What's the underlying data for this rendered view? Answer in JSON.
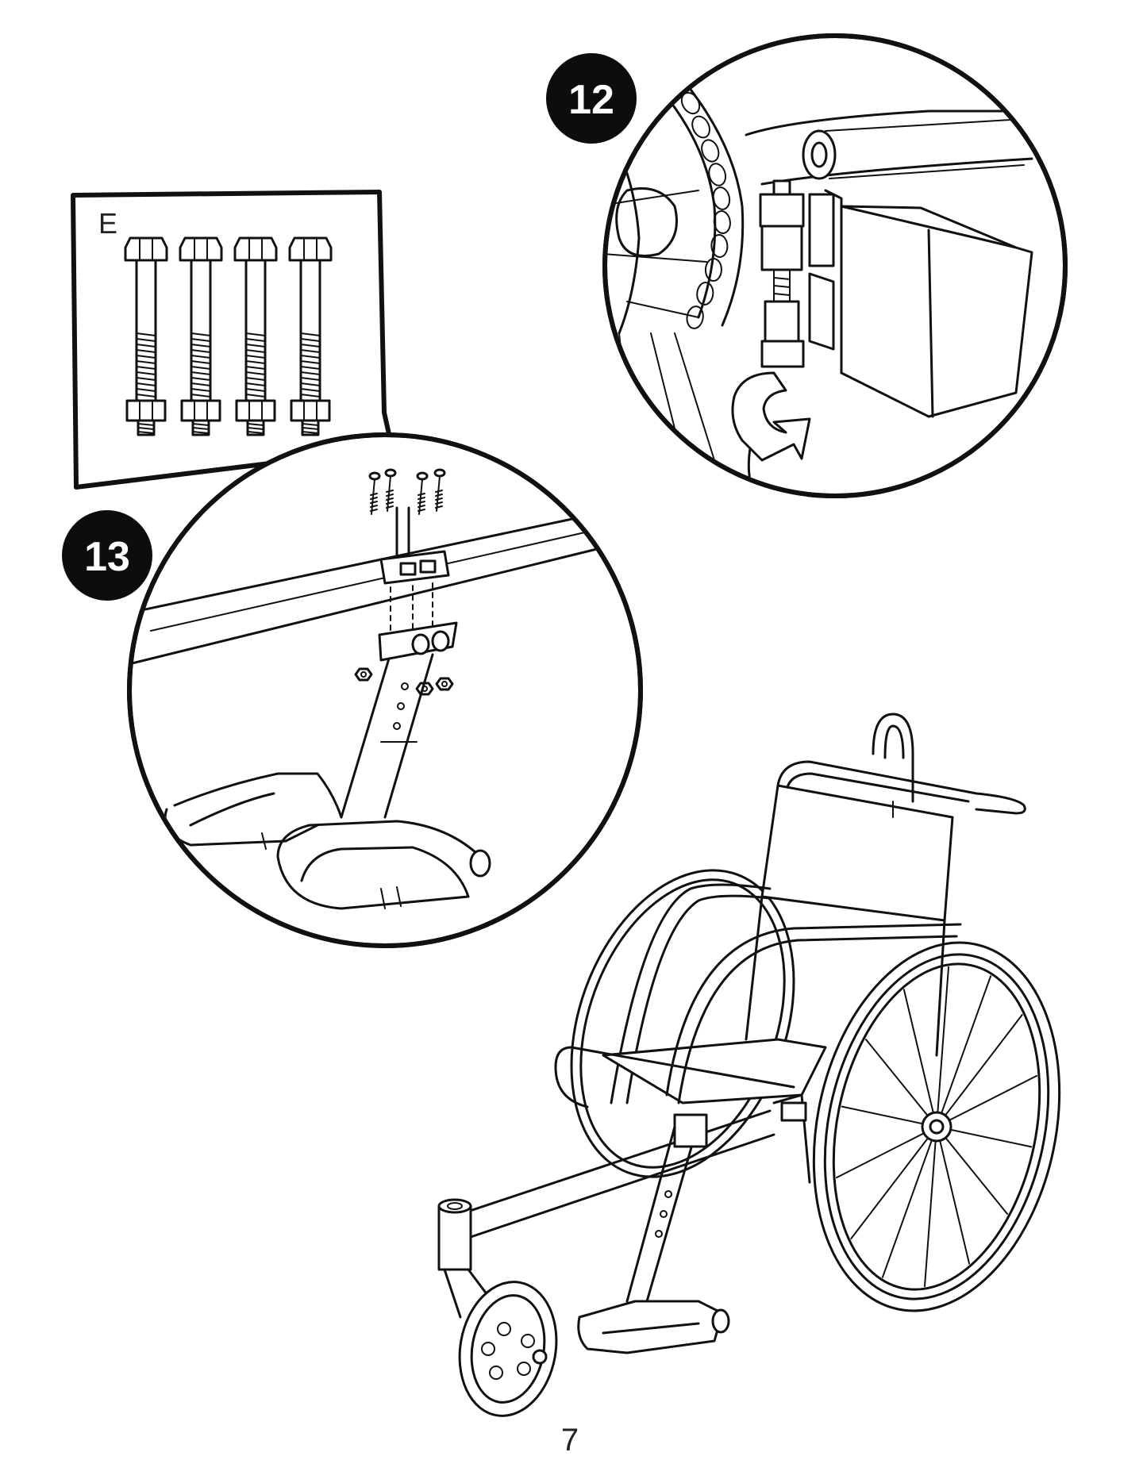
{
  "parts_panel": {
    "letter": "E",
    "bolt_count": 4
  },
  "steps": [
    {
      "number": "12"
    },
    {
      "number": "13"
    }
  ],
  "page_number": "7",
  "colors": {
    "ink": "#111111",
    "paper": "#ffffff",
    "badge": "#0d0d0d"
  }
}
